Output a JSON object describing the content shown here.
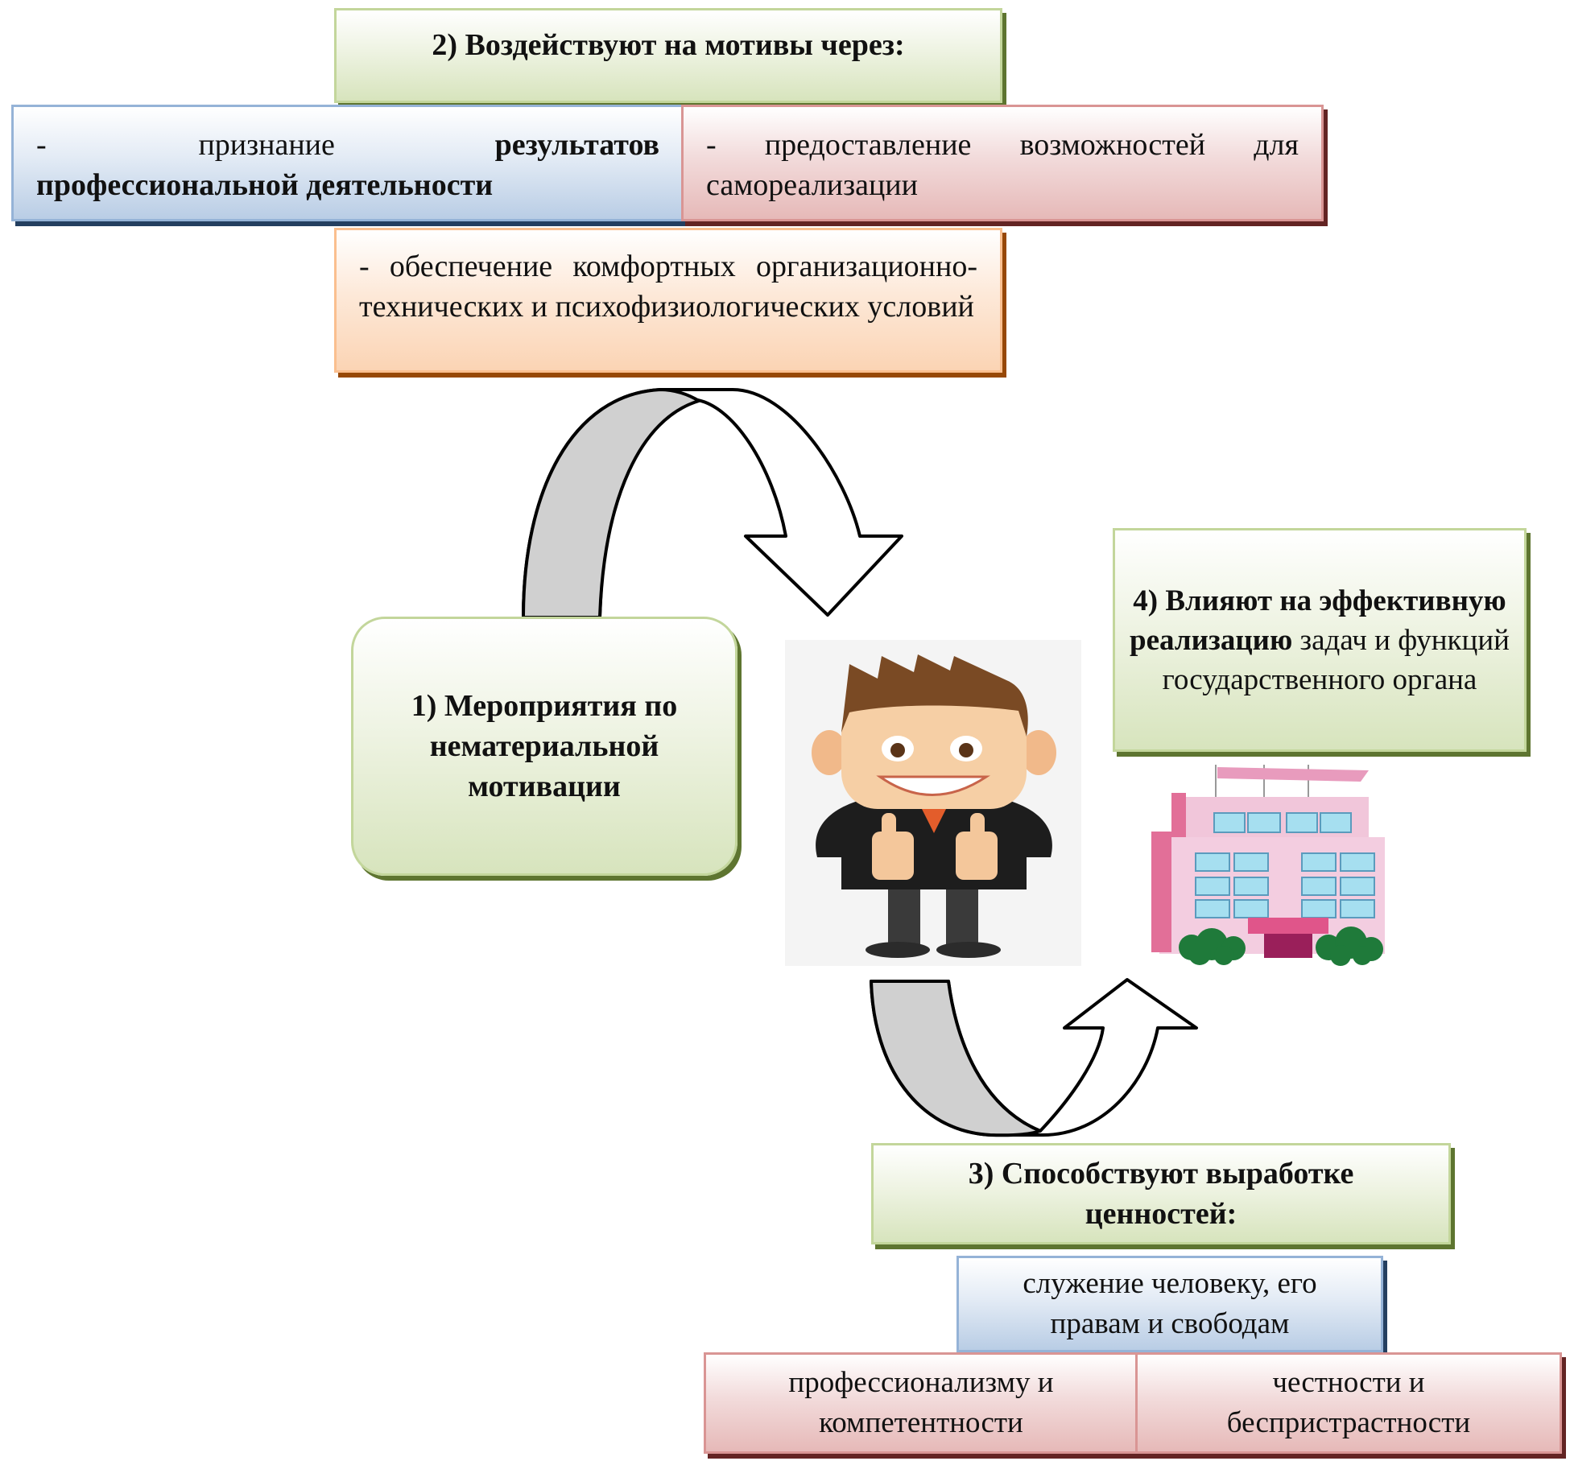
{
  "diagram": {
    "box_motives": {
      "title": "2) Воздействуют на мотивы через:",
      "item_recognition": {
        "dash": "-",
        "plain": "признание",
        "bold": "результатов профессиональной деятельности"
      },
      "item_selfrealization": "- предоставление возможностей для самореализации",
      "item_conditions": "- обеспечение комфортных организационно-технических и психофизиологических условий"
    },
    "box_measures": {
      "text": "1) Мероприятия по нематериальной мотивации"
    },
    "box_influence": {
      "bold": "4) Влияют на эффективную реализацию",
      "plain": "задач и функций государственного органа"
    },
    "box_values": {
      "title": "3) Способствуют выработке ценностей:",
      "values": [
        "служение человеку, его правам и свободам",
        "профессионализму и компетентности",
        "честности и беспристрастности"
      ]
    },
    "illustrations": {
      "person": "person-thumbs-up-icon",
      "building": "government-building-icon"
    },
    "colors": {
      "green_border": "#c3d69b",
      "blue_border": "#95b3d7",
      "pink_border": "#d99594",
      "orange_border": "#fabf8f",
      "arrow_fill": "#d0d0d0"
    }
  }
}
